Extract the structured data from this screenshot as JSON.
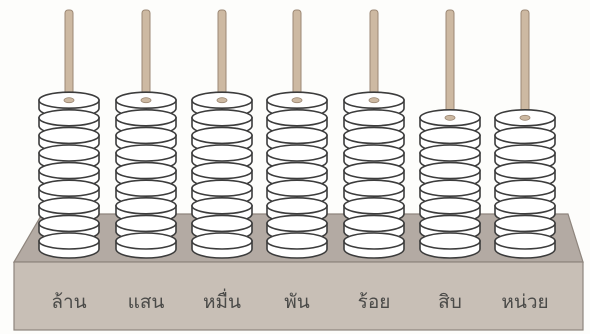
{
  "diagram": {
    "type": "abacus",
    "beads_per_rod": 9,
    "colors": {
      "rod": "#cdb9a2",
      "rod_shadow": "#9c8874",
      "base_top": "#b3aaa3",
      "base_front": "#c8bfb6",
      "bead_fill": "#ffffff",
      "bead_stroke": "#3c3c3c",
      "label": "#4a4a48"
    },
    "rods": [
      {
        "label": "ล้าน",
        "beads": 9
      },
      {
        "label": "แสน",
        "beads": 9
      },
      {
        "label": "หมื่น",
        "beads": 9
      },
      {
        "label": "พัน",
        "beads": 9
      },
      {
        "label": "ร้อย",
        "beads": 9
      },
      {
        "label": "สิบ",
        "beads": 8
      },
      {
        "label": "หน่วย",
        "beads": 8
      }
    ]
  }
}
